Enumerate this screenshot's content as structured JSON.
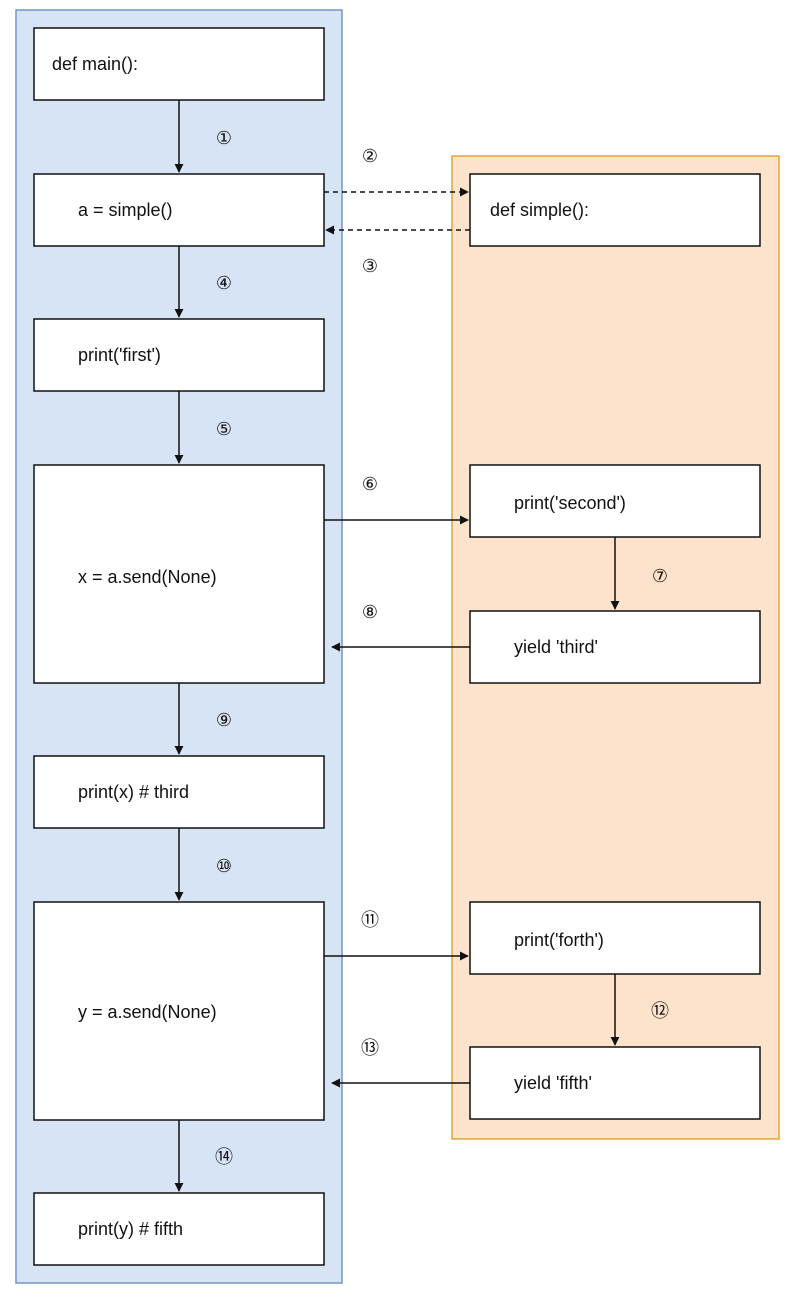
{
  "colors": {
    "main_fill": "#d6e4f6",
    "main_stroke": "#7096c5",
    "simple_fill": "#fde3cb",
    "simple_stroke": "#e8a23a",
    "box_fill": "#ffffff",
    "box_stroke": "#111111",
    "arrow": "#111111"
  },
  "main": {
    "def": "def main():",
    "call_simple": "a = simple()",
    "print_first": "print('first')",
    "send_x": "x = a.send(None)",
    "print_x": "print(x)  # third",
    "send_y": "y = a.send(None)",
    "print_y": "print(y) # fifth"
  },
  "simple": {
    "def": "def simple():",
    "print_second": "print('second')",
    "yield_third": "yield 'third'",
    "print_forth": "print('forth')",
    "yield_fifth": "yield 'fifth'"
  },
  "steps": [
    "①",
    "②",
    "③",
    "④",
    "⑤",
    "⑥",
    "⑦",
    "⑧",
    "⑨",
    "⑩",
    "⑪",
    "⑫",
    "⑬",
    "⑭"
  ]
}
